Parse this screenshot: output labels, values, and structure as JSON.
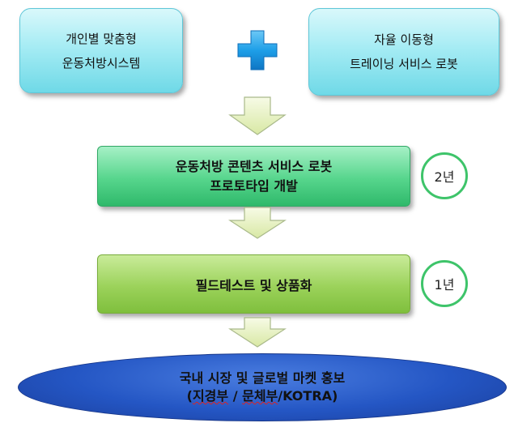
{
  "top_left": {
    "line1": "개인별 맞춤형",
    "line2": "운동처방시스템"
  },
  "top_right": {
    "line1": "자율 이동형",
    "line2": "트레이닝 서비스 로봇"
  },
  "prototype": {
    "line1": "운동처방 콘텐츠 서비스 로봇",
    "line2": "프로토타입 개발",
    "duration": "2년"
  },
  "field_test": {
    "label": "필드테스트 및 상품화",
    "duration": "1년"
  },
  "promotion": {
    "line1": "국내 시장 및 글로벌 마켓 홍보",
    "line2_open": "(",
    "line2_a": "지경부",
    "line2_sep": " / ",
    "line2_b": "문체부",
    "line2_c": "/KOTRA)"
  },
  "colors": {
    "top_box": "#a6ecf4",
    "plus": "#1e9fe8",
    "prototype_box": "#56d58c",
    "field_box": "#9bd25a",
    "badge_border": "#3ec46a",
    "ellipse": "#2456c4",
    "arrow": "#e8f3c4"
  }
}
